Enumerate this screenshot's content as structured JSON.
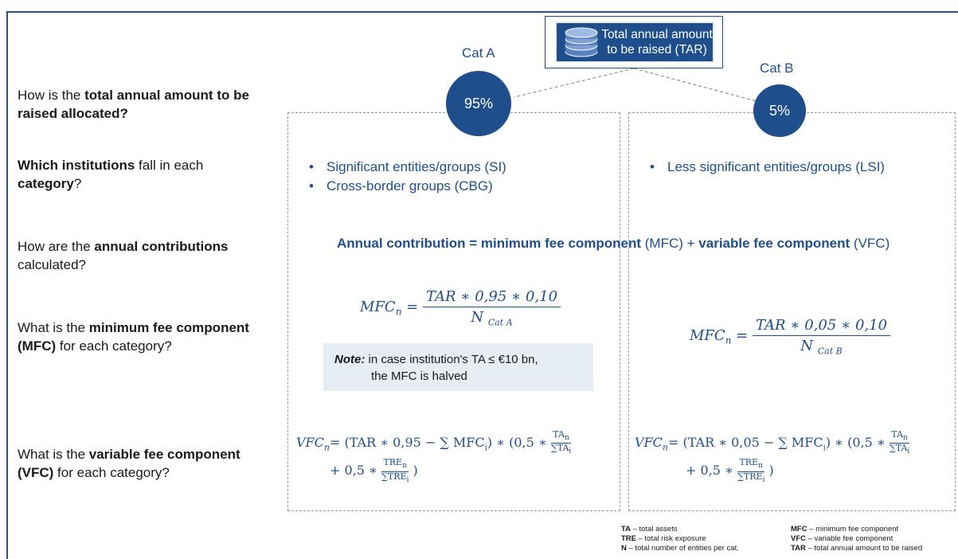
{
  "tar_box": {
    "line1": "Total annual amount",
    "line2": "to be raised (TAR)"
  },
  "cat_a": {
    "label": "Cat A",
    "percent": "95%"
  },
  "cat_b": {
    "label": "Cat B",
    "percent": "5%"
  },
  "questions": {
    "q1": {
      "pre": "How is the ",
      "bold": "total annual amount to be raised allocated",
      "post": "?"
    },
    "q2": {
      "bold1": "Which institutions",
      "mid": " fall in each ",
      "bold2": "category",
      "post": "?"
    },
    "q3": {
      "pre": "How are the ",
      "bold": "annual contributions",
      "post": " calculated?"
    },
    "q4": {
      "pre": "What is the ",
      "bold1": "minimum fee component",
      "bold2": "(MFC)",
      "post": " for each category?"
    },
    "q5": {
      "pre": "What is the ",
      "bold1": "variable fee component",
      "bold2": "(VFC)",
      "post": " for each category?"
    }
  },
  "cat_a_items": [
    "Significant entities/groups (SI)",
    "Cross-border groups (CBG)"
  ],
  "cat_b_items": [
    "Less significant entities/groups (LSI)"
  ],
  "contribution": {
    "a": "Annual contribution = ",
    "b": "minimum fee component",
    "c": " (MFC) + ",
    "d": "variable fee component",
    "e": " (VFC)"
  },
  "mfc_a": {
    "lhs": "MFC",
    "sub": "n",
    "num": "TAR  ∗ 0,95 ∗ 0,10",
    "den": "N",
    "den_sub": "Cat A"
  },
  "mfc_b": {
    "lhs": "MFC",
    "sub": "n",
    "num": "TAR  ∗ 0,05 ∗ 0,10",
    "den": "N",
    "den_sub": "Cat B"
  },
  "note": {
    "label": "Note:",
    "line1": " in case institution's TA  ≤ €10 bn,",
    "line2": "the MFC is halved"
  },
  "vfc_a": {
    "lhs": "VFC",
    "sub": "n",
    "line1": "= (TAR  ∗ 0,95  − ∑ MFC",
    "rest": ") ∗ (0,5 ∗",
    "line2": "+ 0,5 ∗",
    "close": ")"
  },
  "vfc_b": {
    "lhs": "VFC",
    "sub": "n",
    "line1": "= (TAR  ∗ 0,05  − ∑ MFC",
    "rest": ") ∗ (0,5 ∗",
    "line2": "+ 0,5 ∗",
    "close": ")"
  },
  "legend": {
    "ta_b": "TA",
    "ta": " – total assets",
    "tre_b": "TRE",
    "tre": " – total risk exposure",
    "n_b": "N",
    "n": " – total number of entities per cat.",
    "mfc_b": "MFC",
    "mfc": " – minimum fee component",
    "vfc_b": "VFC",
    "vfc": " – variable fee component",
    "tar_b": "TAR",
    "tar": " – total annual amount to be raised"
  },
  "colors": {
    "accent": "#1f4e8c",
    "note_bg": "#e7edf5",
    "dash": "#9a9a9a"
  }
}
